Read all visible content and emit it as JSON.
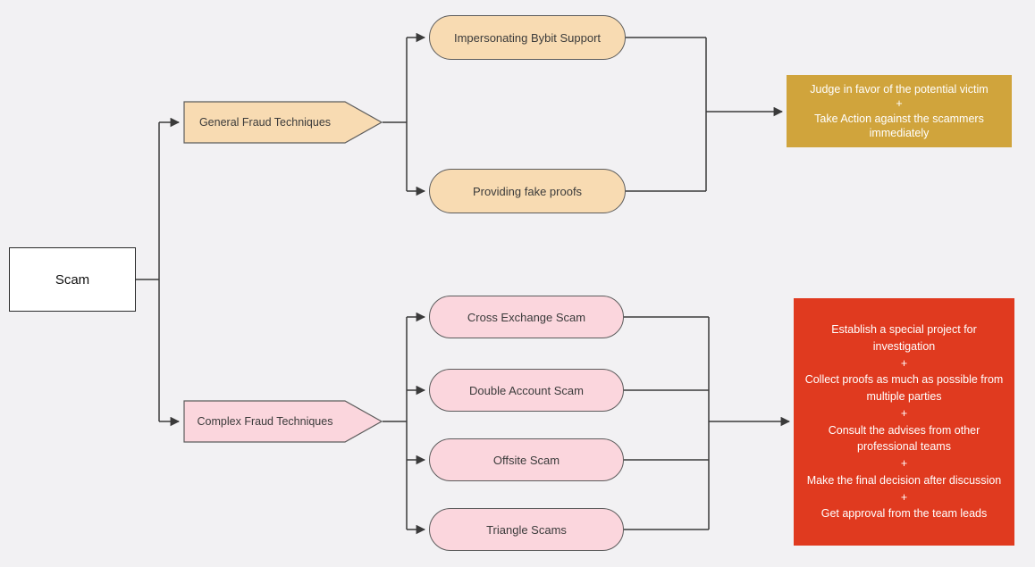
{
  "colors": {
    "background": "#F2F1F3",
    "peach_fill": "#F8DBB2",
    "pink_fill": "#FBD6DD",
    "gold_fill": "#D0A43C",
    "red_fill": "#E03A1F",
    "line": "#3A3A3A",
    "shape_border": "#5C5C5C",
    "node_text": "#3B3B3B",
    "outcome_text": "#FFFFFF"
  },
  "flowchart": {
    "root": {
      "label": "Scam"
    },
    "branches": {
      "general": {
        "label": "General Fraud Techniques",
        "children": [
          {
            "label": "Impersonating Bybit Support"
          },
          {
            "label": "Providing fake proofs"
          }
        ],
        "outcome": "Judge in favor of the potential victim\n+\nTake Action against the scammers immediately"
      },
      "complex": {
        "label": "Complex Fraud Techniques",
        "children": [
          {
            "label": "Cross Exchange Scam"
          },
          {
            "label": "Double Account Scam"
          },
          {
            "label": "Offsite Scam"
          },
          {
            "label": "Triangle Scams"
          }
        ],
        "outcome": "Establish a special project for investigation\n+\nCollect proofs as much as possible from multiple parties\n+\nConsult the advises from other professional teams\n+\nMake the final decision after discussion\n+\nGet approval from the team leads"
      }
    }
  }
}
